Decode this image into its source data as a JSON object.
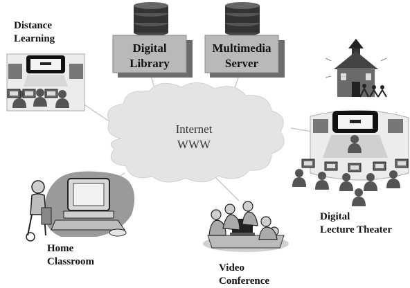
{
  "nodes": {
    "digital_library": {
      "line1": "Digital",
      "line2": "Library"
    },
    "multimedia_server": {
      "line1": "Multimedia",
      "line2": "Server"
    },
    "internet": {
      "line1": "Internet",
      "line2": "WWW"
    },
    "distance_learning": {
      "line1": "Distance",
      "line2": "Learning"
    },
    "home_classroom": {
      "line1": "Home",
      "line2": "Classroom"
    },
    "video_conference": {
      "line1": "Video",
      "line2": "Conference"
    },
    "lecture_theater": {
      "line1": "Digital",
      "line2": "Lecture Theater"
    }
  },
  "colors": {
    "box_face": "#b9b9b9",
    "box_shadow": "#6c6c6c",
    "cloud": "#e4e4e4",
    "link": "#bdbdbd",
    "figure": "#555555"
  }
}
